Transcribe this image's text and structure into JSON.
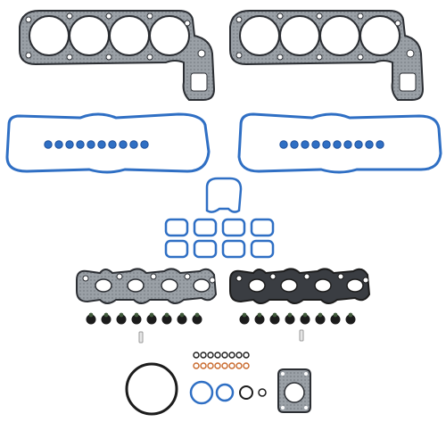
{
  "image": {
    "subject": "engine-head-gasket-set",
    "colors": {
      "background": "#ffffff",
      "gasket_body": "#8a8f96",
      "gasket_dark": "#2b2e33",
      "blue_seal": "#2f6fc4",
      "blue_seal_dark": "#1f4f9a",
      "black_part": "#1c1c1c",
      "orange_ring": "#c9692c",
      "green_cap": "#3f5a3a"
    },
    "counts": {
      "cylinder_bores_per_head_gasket": 4,
      "valve_cover_seals_per_cover": 10,
      "intake_port_seals": 8,
      "valve_stem_seals": 16,
      "small_o_rings": 16
    }
  }
}
